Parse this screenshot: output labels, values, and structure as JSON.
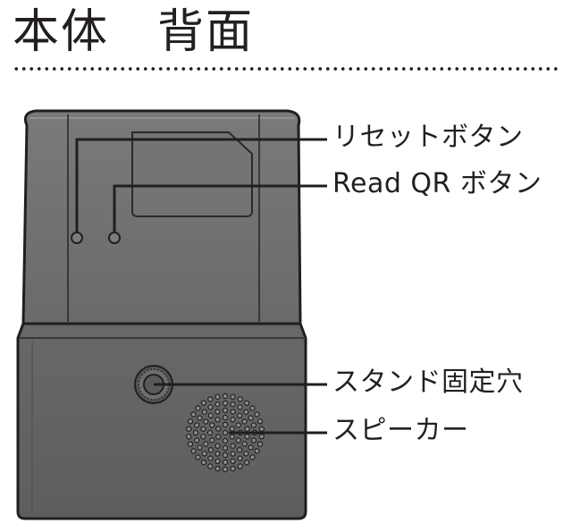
{
  "title": "本体　背面",
  "callouts": {
    "reset_button": "リセットボタン",
    "read_qr_button": "Read QR ボタン",
    "stand_hole": "スタンド固定穴",
    "speaker": "スピーカー"
  },
  "colors": {
    "line": "#231f20",
    "device_fill": "#6b6b6b",
    "device_edge": "#3a3a3a"
  }
}
